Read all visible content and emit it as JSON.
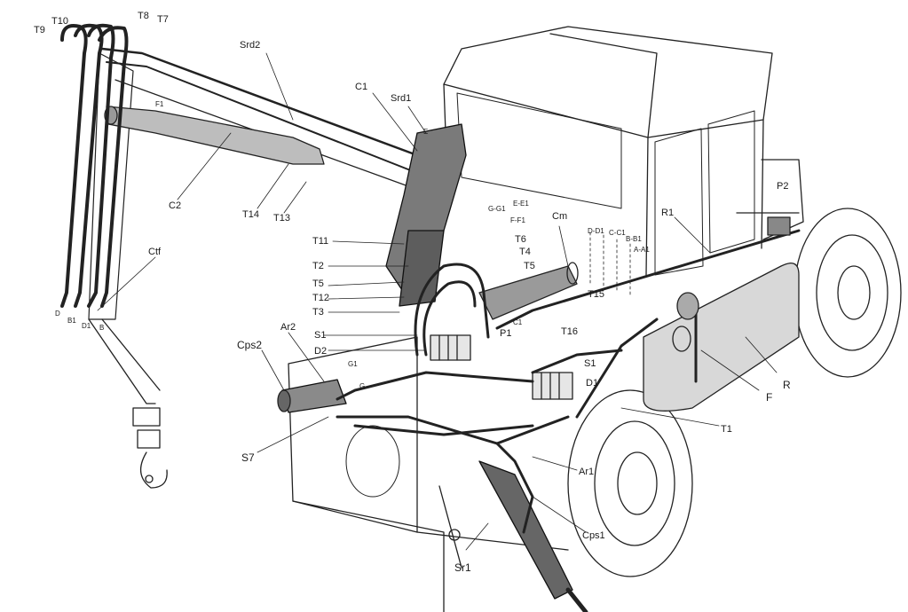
{
  "labels": {
    "T9": "T9",
    "T10": "T10",
    "T8": "T8",
    "T7": "T7",
    "Srd2": "Srd2",
    "C1": "C1",
    "Srd1": "Srd1",
    "E": "E",
    "F1": "F1",
    "C2": "C2",
    "T14": "T14",
    "T13": "T13",
    "GG1": "G-G1",
    "EE1": "E-E1",
    "FF1": "F-F1",
    "Cm": "Cm",
    "T11": "T11",
    "T2": "T2",
    "T5a": "T5",
    "T12": "T12",
    "T3": "T3",
    "T6": "T6",
    "T4": "T4",
    "T5b": "T5",
    "T15": "T15",
    "DD1": "D-D1",
    "CC1": "C-C1",
    "BB1": "B-B1",
    "AA1": "A-A1",
    "R1": "R1",
    "P2": "P2",
    "Ctf": "Ctf",
    "D": "D",
    "B1": "B1",
    "D1": "D1",
    "B": "B",
    "Cps2": "Cps2",
    "Ar2": "Ar2",
    "S1a": "S1",
    "D2": "D2",
    "P1": "P1",
    "C1b": "C1",
    "T16": "T16",
    "S1b": "S1",
    "D1b": "D1",
    "G1": "G1",
    "G": "G",
    "F": "F",
    "R": "R",
    "T1": "T1",
    "S7": "S7",
    "Ar1": "Ar1",
    "Cps1": "Cps1",
    "Sr1": "Sr1"
  }
}
